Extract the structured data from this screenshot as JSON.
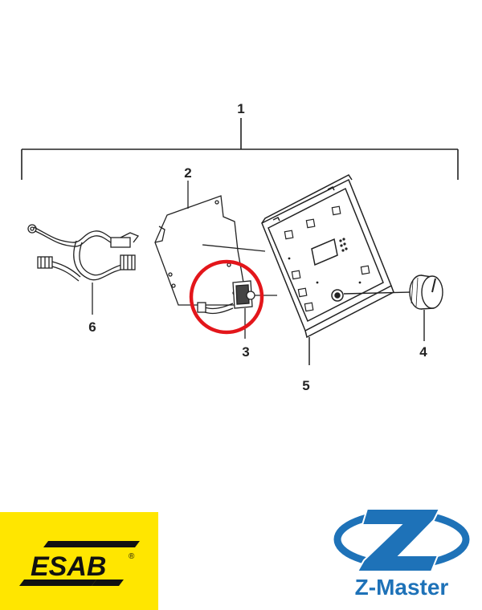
{
  "diagram": {
    "callouts": [
      "1",
      "2",
      "3",
      "4",
      "5",
      "6"
    ]
  },
  "colors": {
    "line": "#222222",
    "highlight_ring": "#e3161b",
    "esab_yellow": "#ffe600",
    "zmaster_blue": "#1e72b8"
  },
  "logos": {
    "esab": {
      "text": "ESAB",
      "mark": "®"
    },
    "zmaster": {
      "text": "Z-Master"
    }
  }
}
